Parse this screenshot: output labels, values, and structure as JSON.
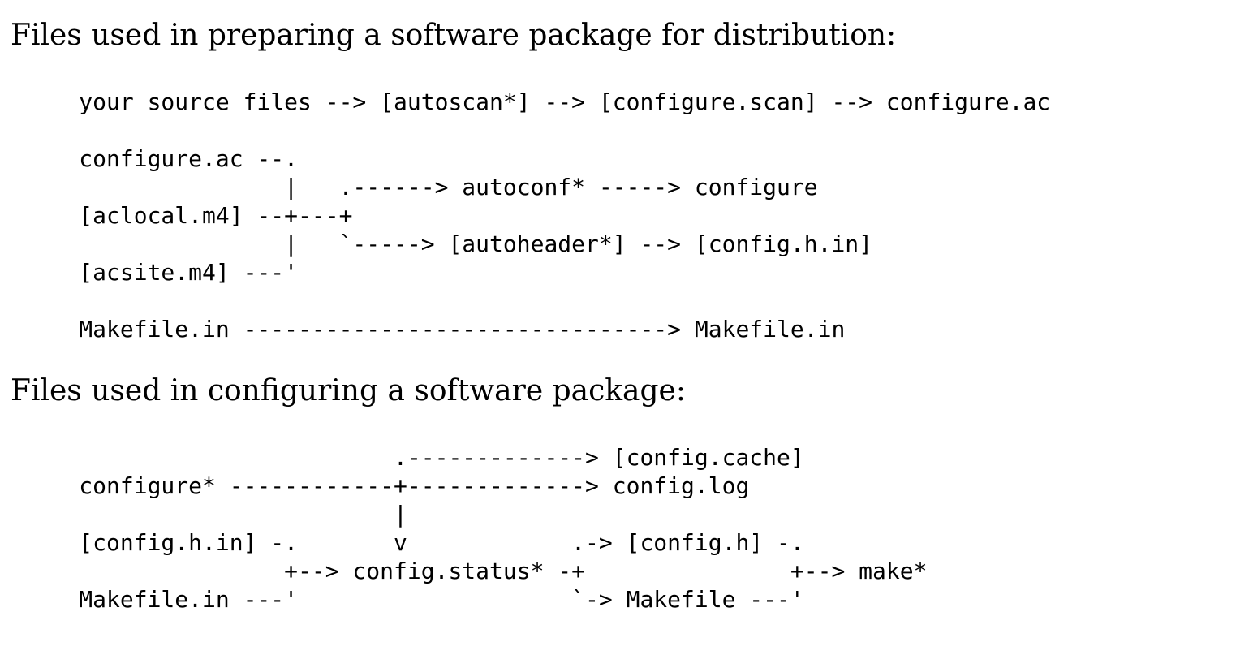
{
  "page": {
    "background_color": "#ffffff",
    "text_color": "#000000"
  },
  "sections": [
    {
      "heading": "Files used in preparing a software package for distribution:",
      "diagram": "     your source files --> [autoscan*] --> [configure.scan] --> configure.ac\n\n     configure.ac --.\n                    |   .------> autoconf* -----> configure\n     [aclocal.m4] --+---+\n                    |   `-----> [autoheader*] --> [config.h.in]\n     [acsite.m4] ---'\n\n     Makefile.in -------------------------------> Makefile.in"
    },
    {
      "heading": "Files used in configuring a software package:",
      "diagram": "                            .-------------> [config.cache]\n     configure* ------------+-------------> config.log\n                            |\n     [config.h.in] -.       v            .-> [config.h] -.\n                    +--> config.status* -+               +--> make*\n     Makefile.in ---'                    `-> Makefile ---'"
    }
  ]
}
